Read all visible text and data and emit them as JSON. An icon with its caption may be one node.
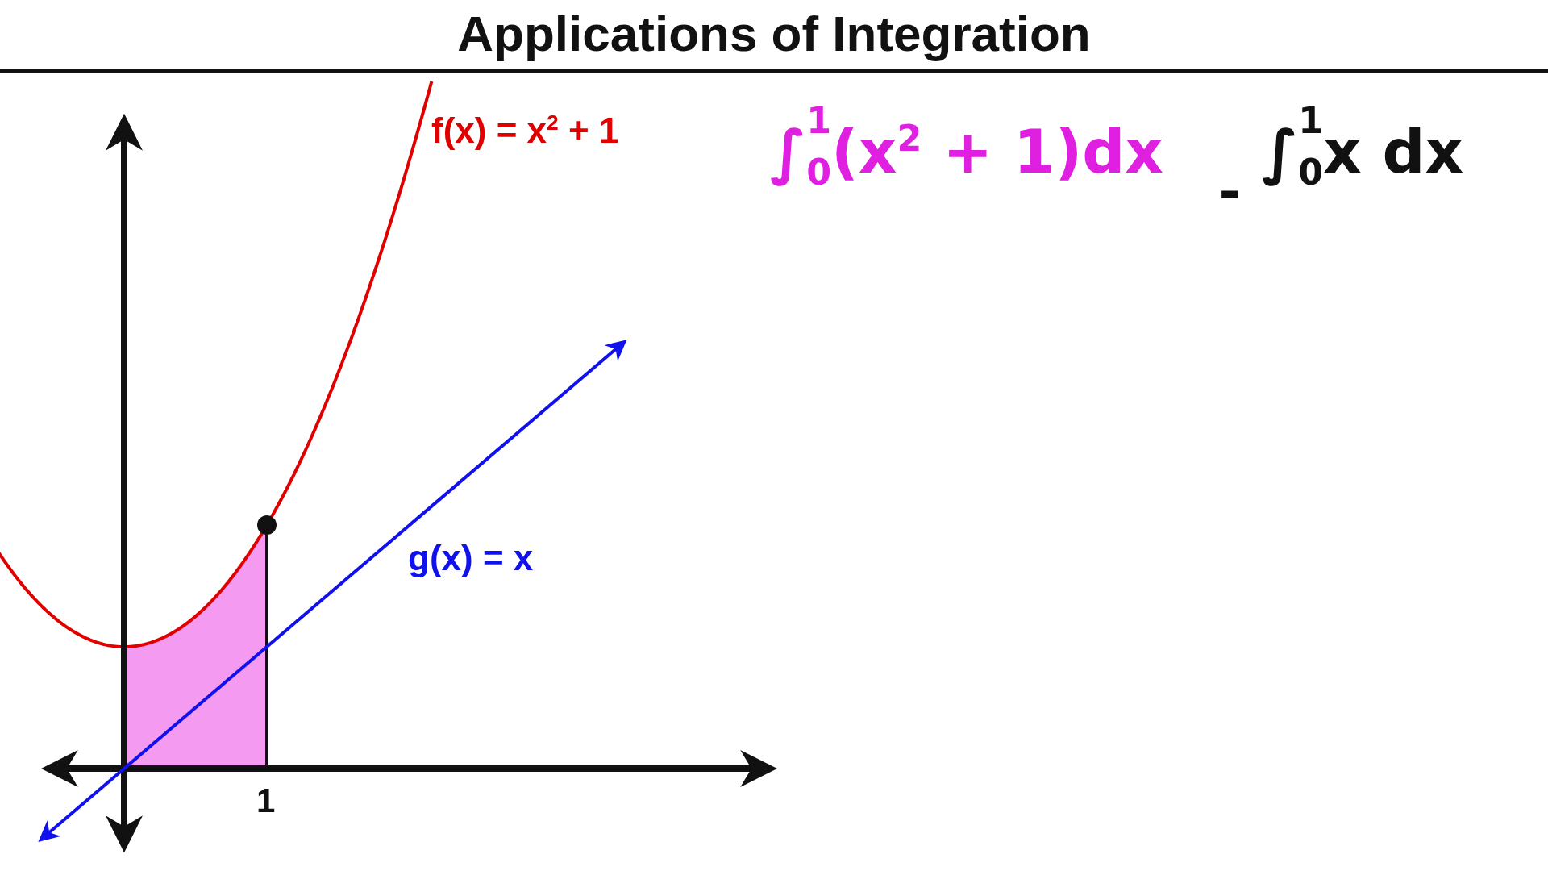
{
  "diagram": {
    "title": "Applications of Integration",
    "labels": [
      "f(x) = x$^{2}$ + 1",
      "∫$_{0}$$^{1}$(x$^{2}$ + 1)dx",
      "-",
      "∫$_{0}$$^{1}$x dx",
      "g(x) = x",
      "1"
    ]
  }
}
